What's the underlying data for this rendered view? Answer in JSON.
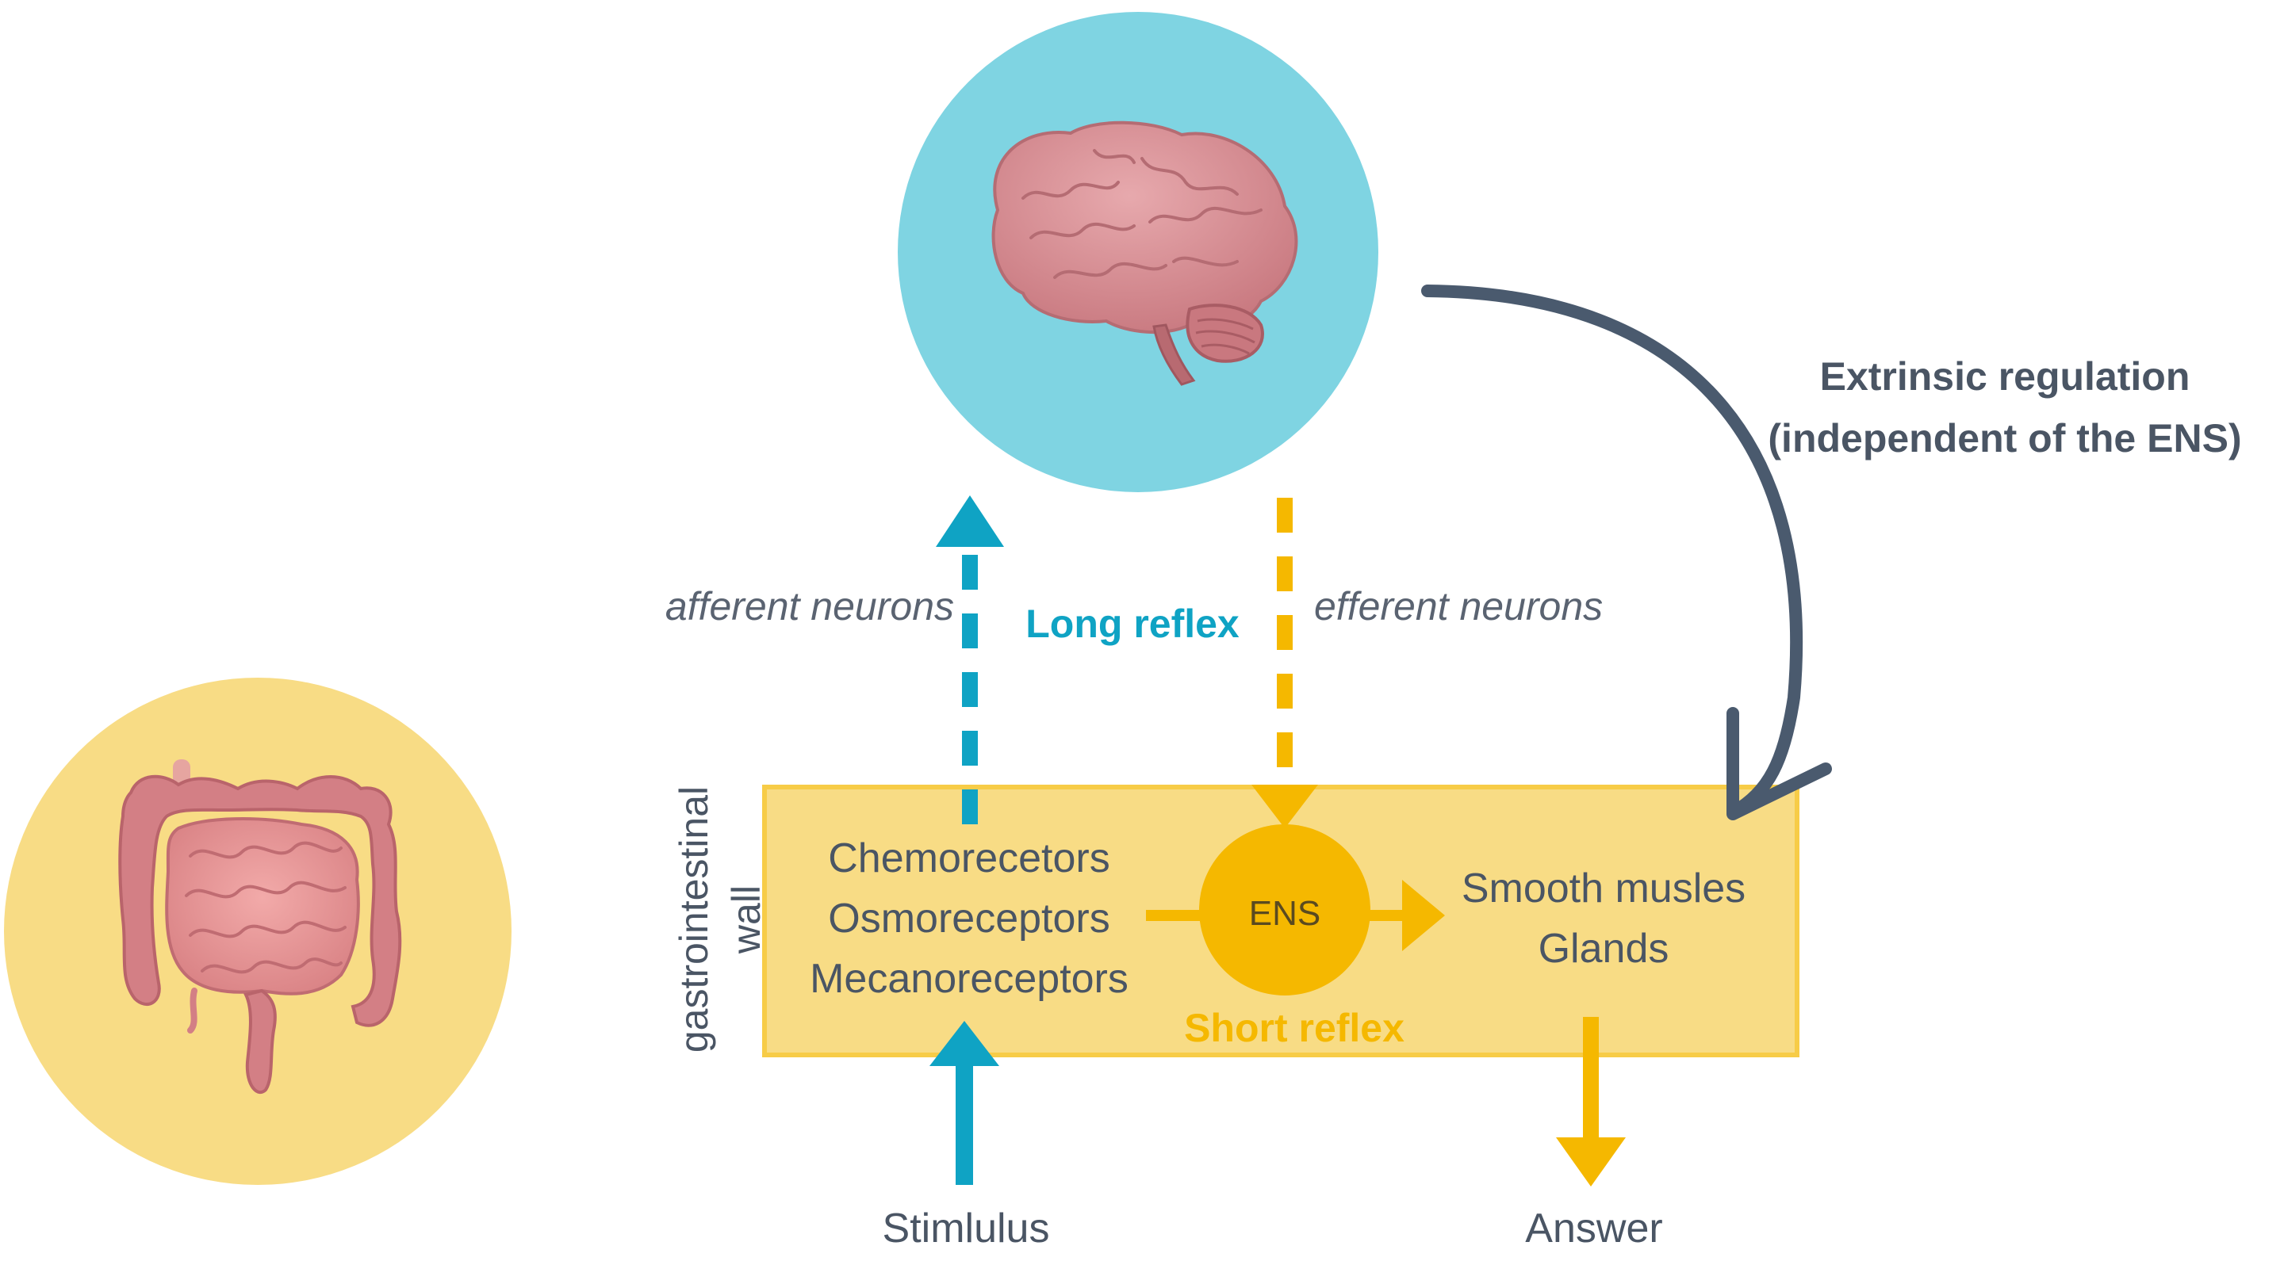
{
  "labels": {
    "extrinsic_line1": "Extrinsic regulation",
    "extrinsic_line2": "(independent of the ENS)",
    "afferent": "afferent neurons",
    "efferent": "efferent neurons",
    "long_reflex": "Long reflex",
    "short_reflex": "Short reflex",
    "wall_line1": "gastrointestinal",
    "wall_line2": "wall",
    "ens": "ENS",
    "stimulus": "Stimlulus",
    "answer": "Answer"
  },
  "receptors": [
    "Chemorecetors",
    "Osmoreceptors",
    "Mecanoreceptors"
  ],
  "effectors": [
    "Smooth musles",
    "Glands"
  ],
  "icons": {
    "brain": "brain-icon",
    "intestine": "intestine-icon"
  },
  "colors": {
    "teal": "#0fa3c4",
    "yellow": "#f5b800",
    "wall_fill": "#f8dc85",
    "wall_border": "#f7cc47",
    "brain_circle": "#7fd4e2",
    "intestine_circle": "#f8dc85",
    "dark_arrow": "#4a5a6e",
    "text": "#4a5564"
  }
}
